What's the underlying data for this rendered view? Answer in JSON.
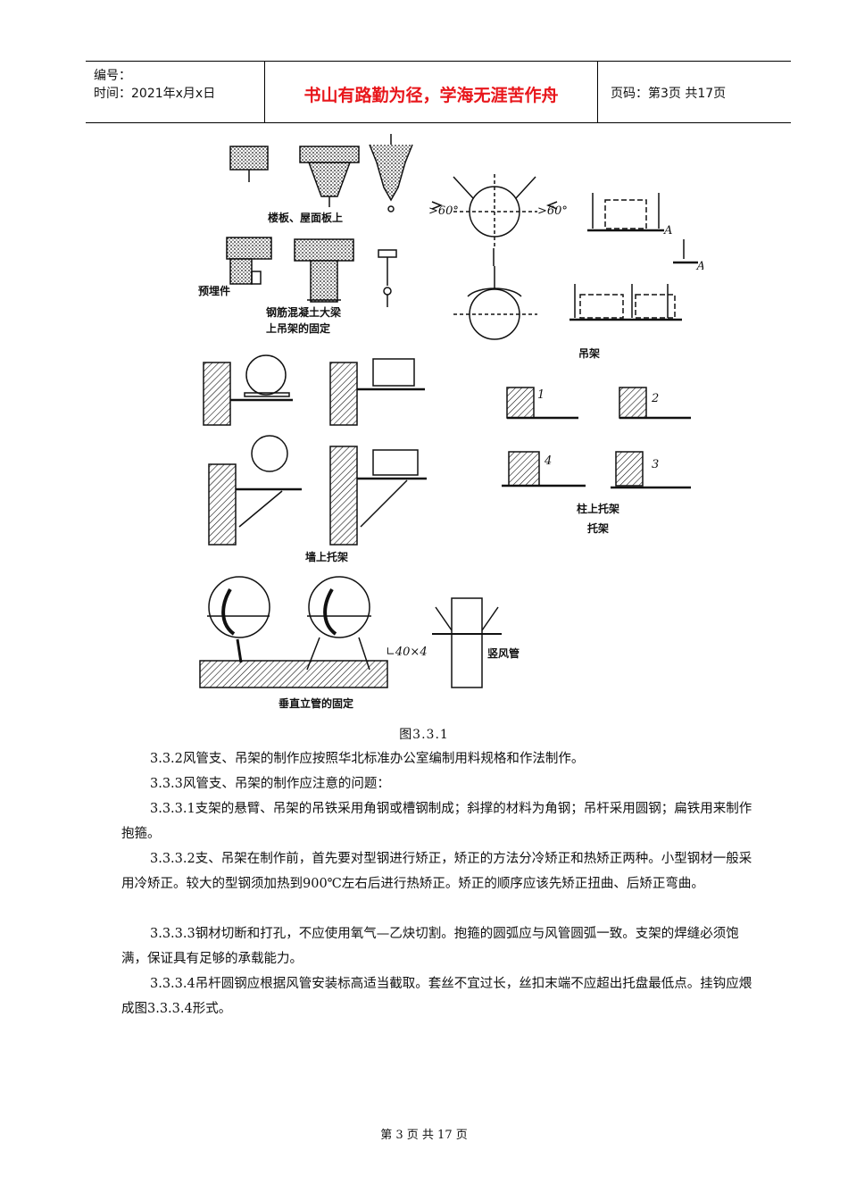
{
  "header": {
    "number_label": "编号：",
    "time_label": "时间：2021年x月x日",
    "motto": "书山有路勤为径，学海无涯苦作舟",
    "page_info": "页码：第3页  共17页"
  },
  "figure": {
    "labels": {
      "floor_slab": "楼板、屋面板上",
      "embedded_part": "预埋件",
      "beam_1": "钢筋混凝土大梁",
      "beam_2": "上吊架的固定",
      "angle_left": ">60°",
      "angle_right": ">60°",
      "a1": "A",
      "a2": "A",
      "hanger": "吊架",
      "n1": "1",
      "n2": "2",
      "n3": "3",
      "n4": "4",
      "column_bracket": "柱上托架",
      "bracket": "托架",
      "wall_bracket": "墙上托架",
      "angle_steel": "∟40×4",
      "vertical_duct": "竖风管",
      "vertical_fix": "垂直立管的固定"
    },
    "caption": "图3.3.1"
  },
  "paragraphs": [
    "3.3.2风管支、吊架的制作应按照华北标准办公室编制用料规格和作法制作。",
    "3.3.3风管支、吊架的制作应注意的问题：",
    "3.3.3.1支架的悬臂、吊架的吊铁采用角钢或槽钢制成；斜撑的材料为角钢；吊杆采用圆钢；扁铁用来制作抱箍。",
    "3.3.3.2支、吊架在制作前，首先要对型钢进行矫正，矫正的方法分冷矫正和热矫正两种。小型钢材一般采用冷矫正。较大的型钢须加热到900℃左右后进行热矫正。矫正的顺序应该先矫正扭曲、后矫正弯曲。",
    "3.3.3.3钢材切断和打孔，不应使用氧气—乙炔切割。抱箍的圆弧应与风管圆弧一致。支架的焊缝必须饱满，保证具有足够的承载能力。",
    "3.3.3.4吊杆圆钢应根据风管安装标高适当截取。套丝不宜过长，丝扣末端不应超出托盘最低点。挂钩应煨成图3.3.3.4形式。"
  ],
  "footer": "第 3 页 共 17 页"
}
